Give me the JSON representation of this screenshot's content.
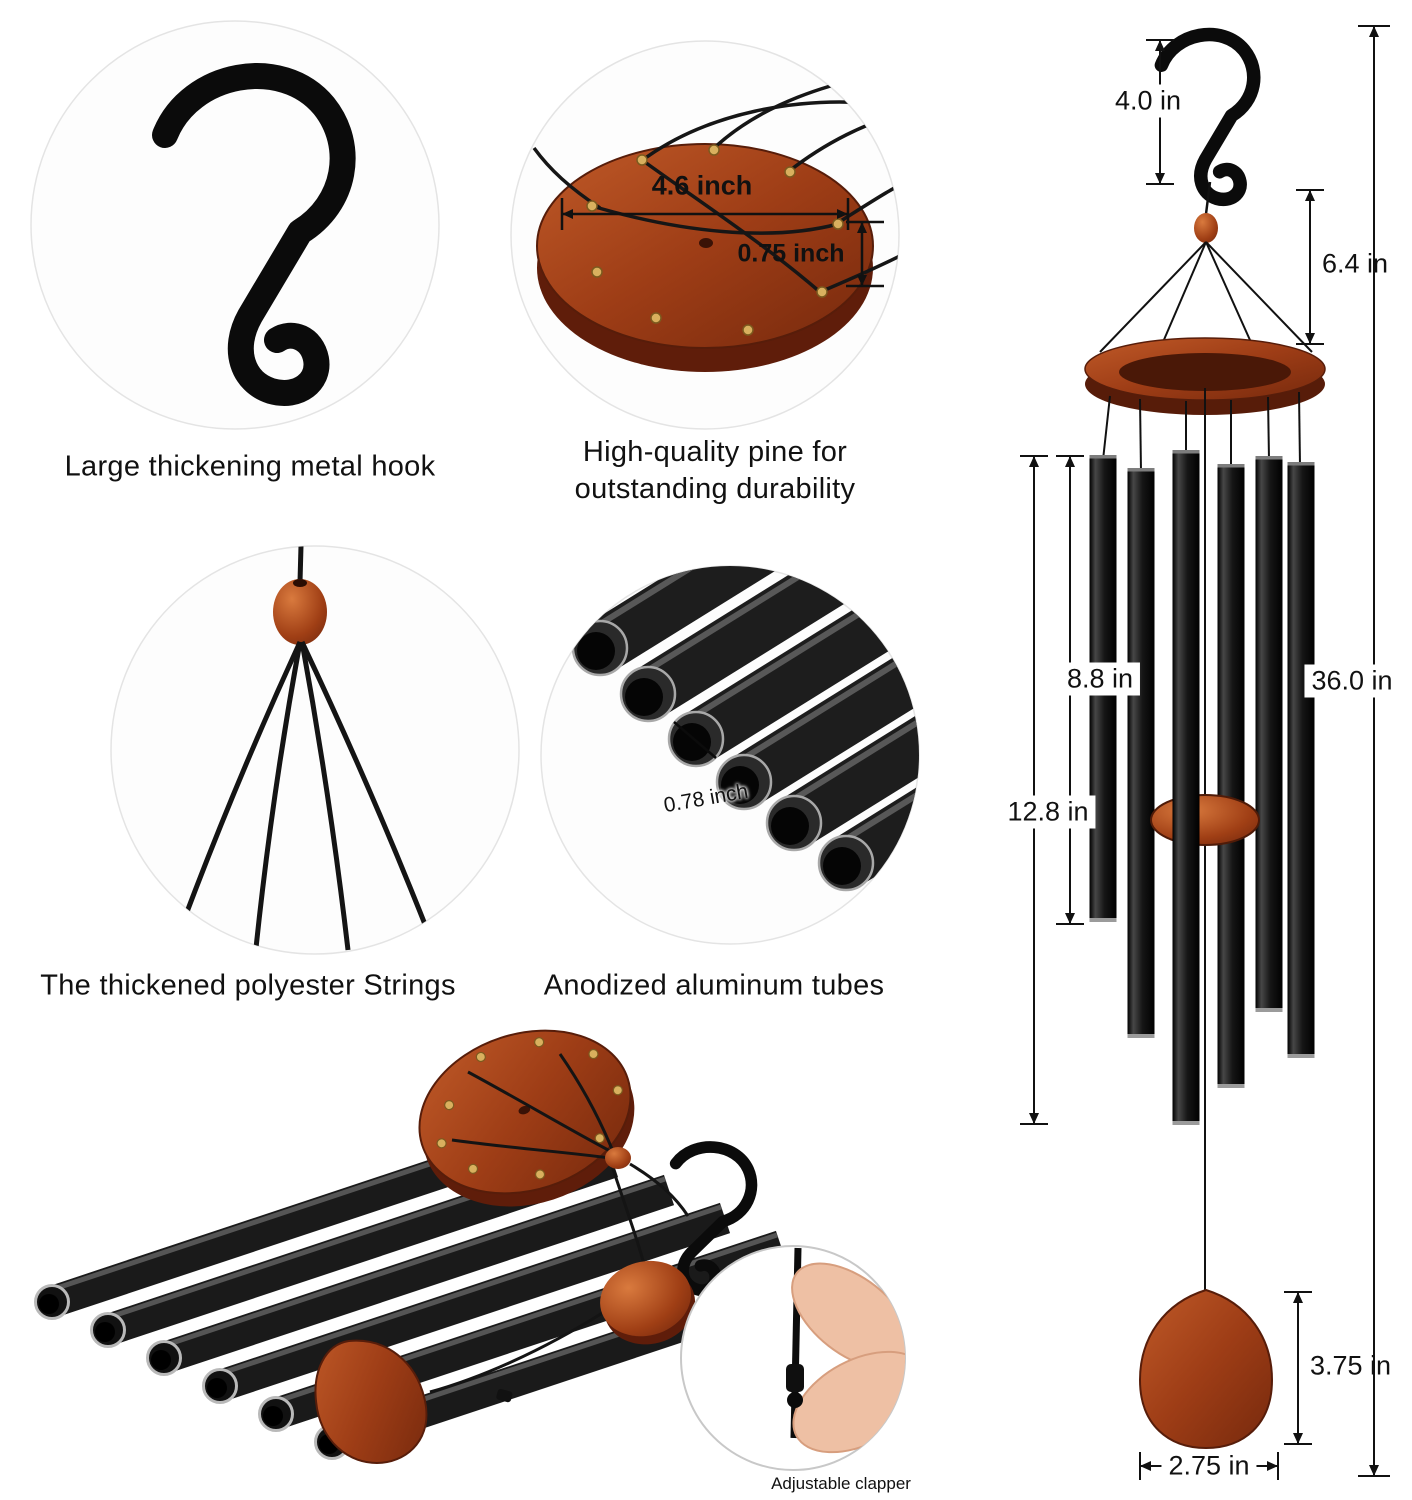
{
  "page": {
    "background": "#ffffff"
  },
  "colors": {
    "wood": "#9e3d16",
    "wood_dark": "#6b2410",
    "metal_black": "#0c0c0c",
    "text": "#111111"
  },
  "callouts": {
    "hook": {
      "label": "Large thickening metal hook"
    },
    "pine": {
      "line1": "High-quality pine for",
      "line2": "outstanding durability"
    },
    "strings": {
      "label": "The thickened polyester Strings"
    },
    "tubes": {
      "label": "Anodized aluminum tubes"
    }
  },
  "inset_measurements": {
    "top_diameter": "4.6 inch",
    "top_thickness": "0.75 inch",
    "tube_diameter": "0.78 inch"
  },
  "product_measurements": {
    "hook_height": "4.0 in",
    "cord_length": "6.4 in",
    "shortest_tube": "8.8 in",
    "longest_tube": "12.8 in",
    "total_length": "36.0 in",
    "sail_height": "3.75 in",
    "sail_width": "2.75 in"
  },
  "footnotes": {
    "adjustable_clapper": "Adjustable clapper"
  }
}
